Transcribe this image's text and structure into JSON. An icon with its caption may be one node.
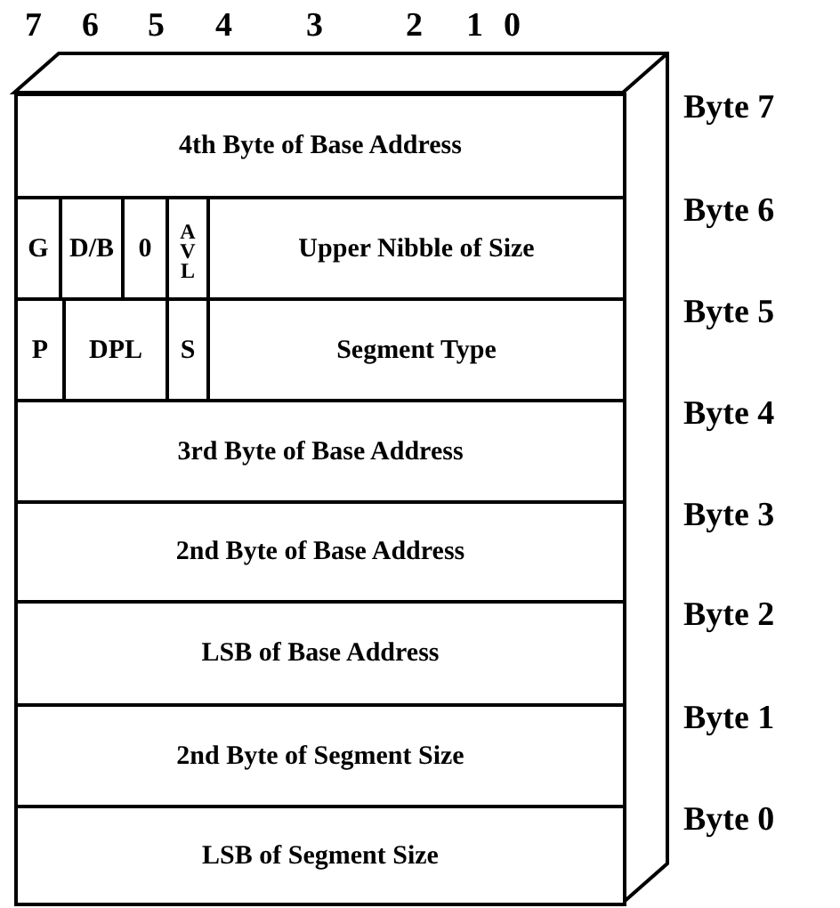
{
  "diagram": {
    "labels": [
      "7",
      "6",
      "5",
      "4",
      "3",
      "2",
      "1",
      "0",
      "4th Byte of Base Address",
      "Byte 7",
      "G",
      "D/B",
      "0",
      "AVL",
      "Upper Nibble of Size",
      "Byte 6",
      "P",
      "DPL",
      "S",
      "Segment Type",
      "Byte 5",
      "3rd Byte of Base Address",
      "Byte 4",
      "2nd Byte of Base Address",
      "Byte 3",
      "LSB of Base Address",
      "Byte 2",
      "2nd Byte of Segment Size",
      "Byte 1",
      "LSB of Segment Size",
      "Byte 0"
    ]
  }
}
